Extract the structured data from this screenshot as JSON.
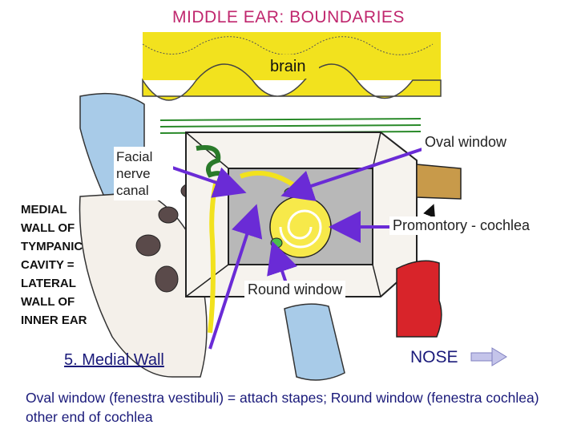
{
  "title": "MIDDLE EAR: BOUNDARIES",
  "labels": {
    "brain": "brain",
    "facial_nerve_canal": "Facial\nnerve\ncanal",
    "medial_wall": "MEDIAL\nWALL OF\nTYMPANIC\nCAVITY =\nLATERAL\nWALL OF\nINNER EAR",
    "oval_window": "Oval window",
    "promontory": "Promontory - cochlea",
    "round_window": "Round window",
    "section": "5. Medial Wall",
    "nose": "NOSE"
  },
  "caption": "Oval window (fenestra vestibuli) = attach stapes; Round window (fenestra cochlea) other end of cochlea",
  "colors": {
    "title": "#c0276e",
    "arrow": "#6a2bd6",
    "brain": "#f2e21e",
    "text_blue": "#1a1a7a",
    "nose_arrow": "#9a9ad0"
  }
}
